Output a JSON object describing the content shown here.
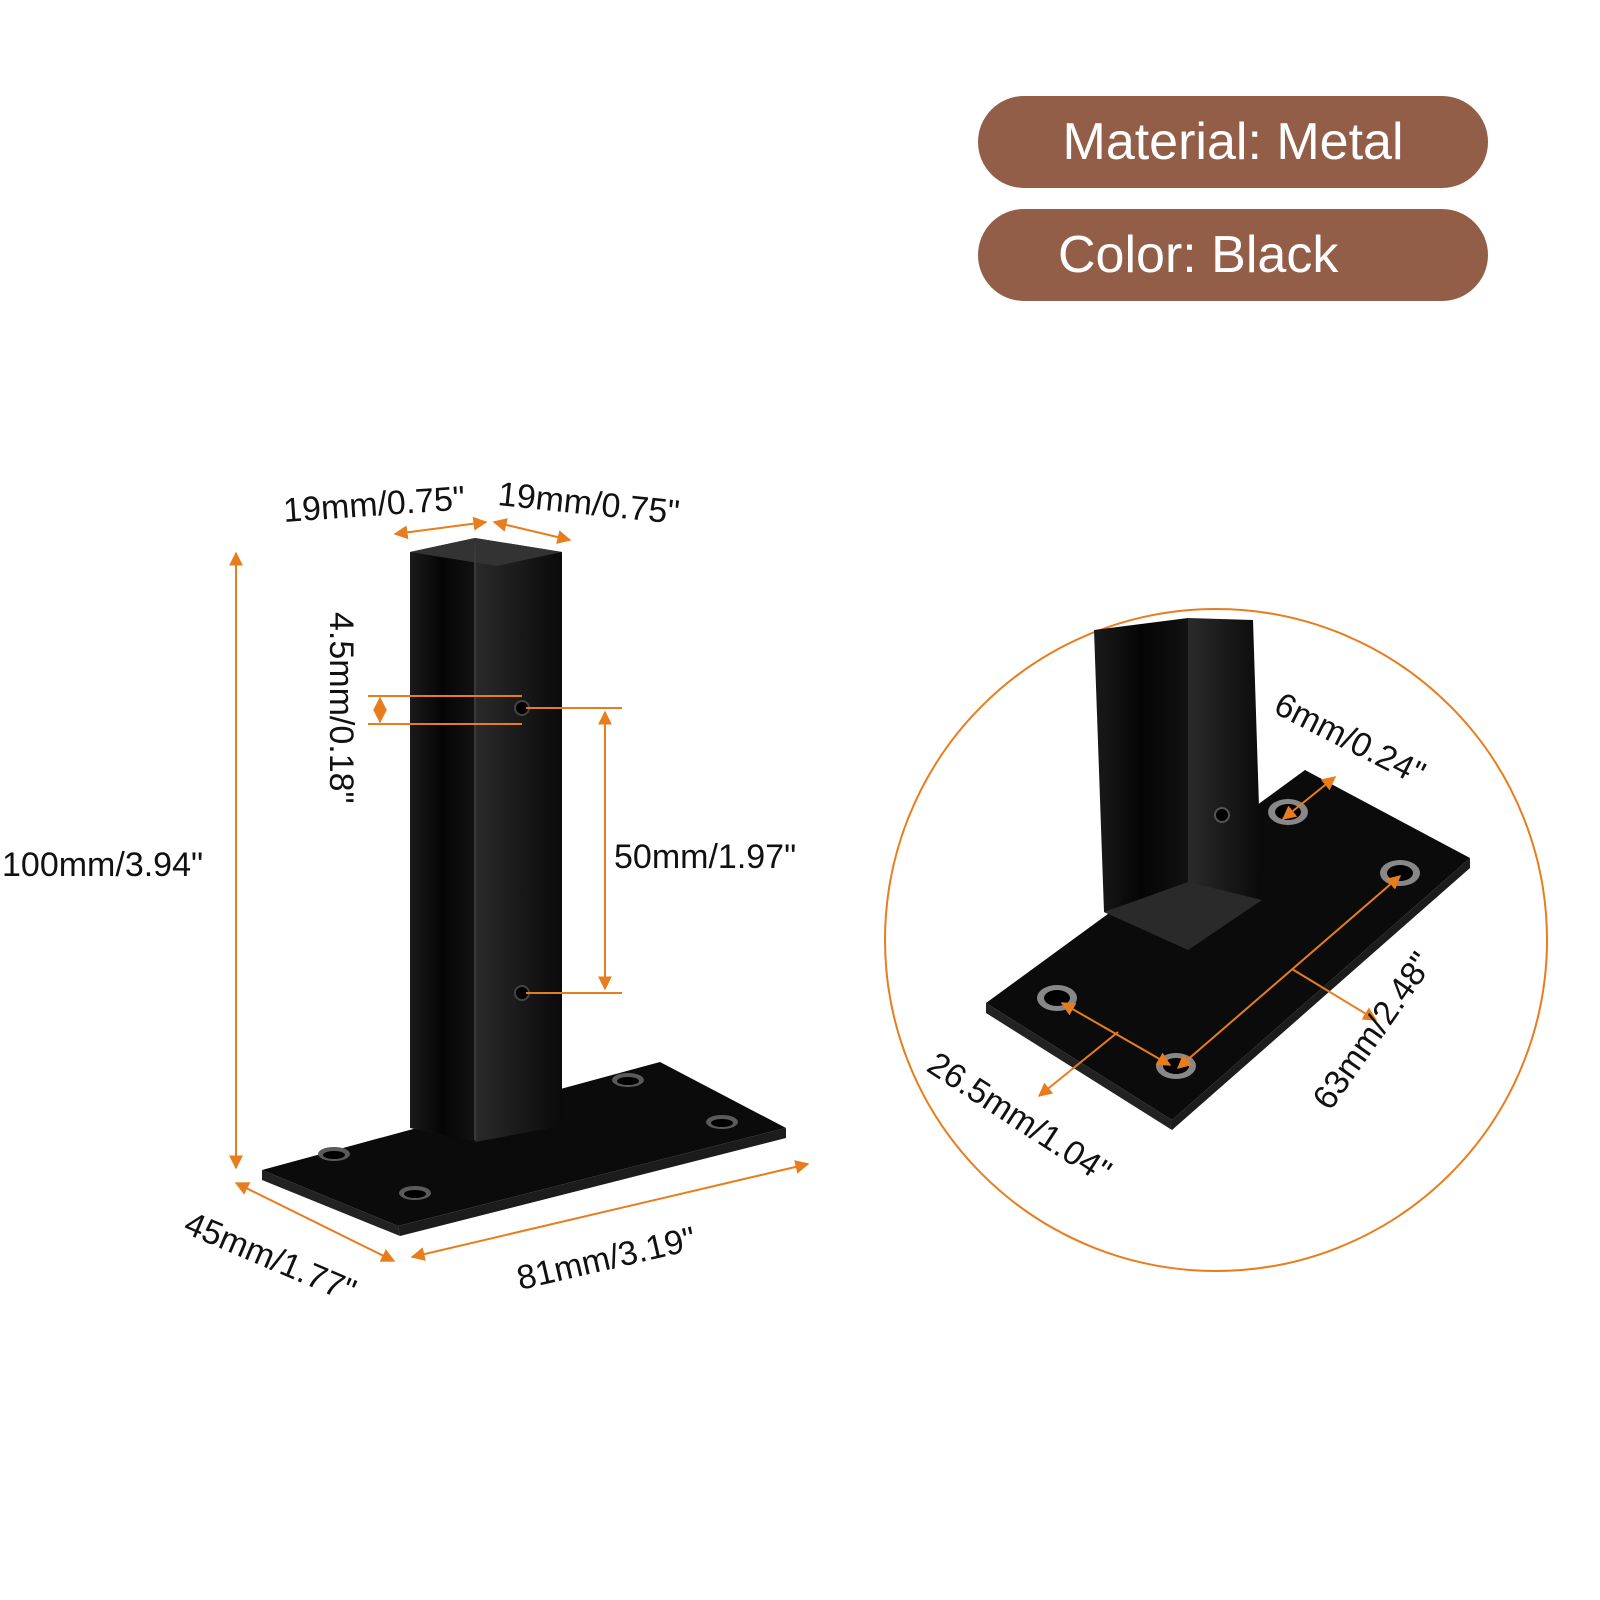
{
  "colors": {
    "pill_bg": "#935e48",
    "accent": "#e87d1e",
    "metal": "#0b0b0b"
  },
  "badges": {
    "material": "Material: Metal",
    "color": "Color: Black"
  },
  "dimensions": {
    "tube_width_front": "19mm/0.75\"",
    "tube_width_side": "19mm/0.75\"",
    "height": "100mm/3.94\"",
    "hole_diameter_tube": "4.5mm/0.18\"",
    "hole_spacing": "50mm/1.97\"",
    "base_width": "45mm/1.77\"",
    "base_length": "81mm/3.19\"",
    "hole_diameter_base": "6mm/0.24\"",
    "base_hole_short_spacing": "26.5mm/1.04\"",
    "base_hole_long_spacing": "63mm/2.48\""
  }
}
